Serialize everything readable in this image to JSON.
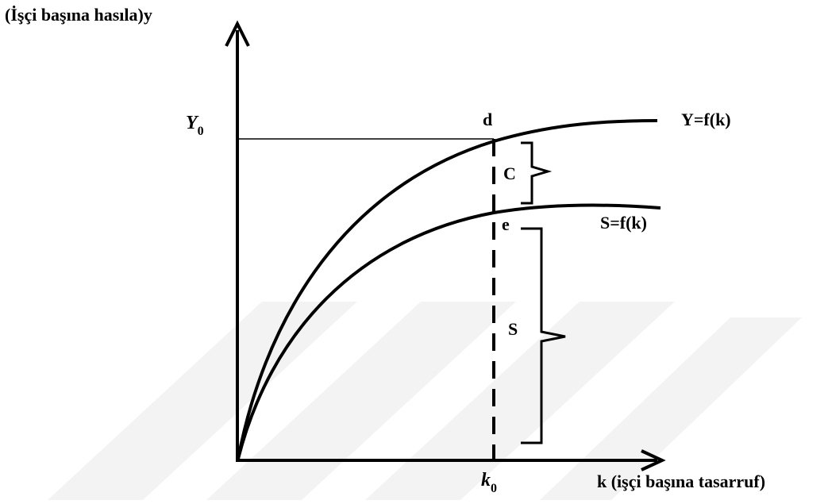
{
  "diagram": {
    "y_axis_title": "(İşçi başına hasıla)y",
    "x_axis_title": "k (işçi başına tasarruf)",
    "y0_label": {
      "main": "Y",
      "sub": "0"
    },
    "k0_label": {
      "main": "k",
      "sub": "0"
    },
    "curve_output_label": "Y=f(k)",
    "curve_saving_label": "S=f(k)",
    "point_d_label": "d",
    "point_e_label": "e",
    "brace_consumption_label": "C",
    "brace_saving_label": "S",
    "watermark_color": "#f3f3f3",
    "line_color": "#000000"
  }
}
